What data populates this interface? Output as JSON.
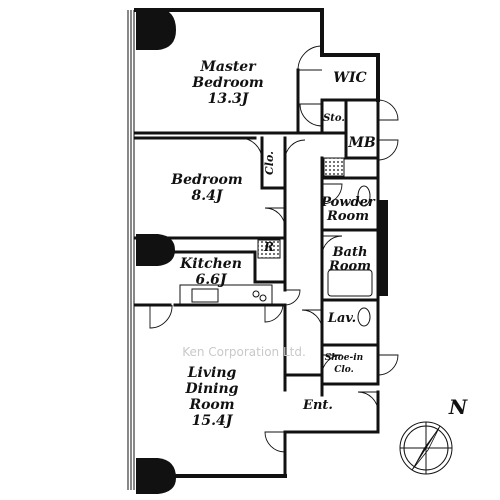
{
  "rooms": {
    "master_bedroom": {
      "name": "Master Bedroom",
      "line1": "Master",
      "line2": "Bedroom",
      "size": "13.3J"
    },
    "bedroom": {
      "name": "Bedroom",
      "size": "8.4J"
    },
    "kitchen": {
      "name": "Kitchen",
      "size": "6.6J"
    },
    "living": {
      "line1": "Living",
      "line2": "Dining",
      "line3": "Room",
      "size": "15.4J"
    },
    "wic": "WIC",
    "storage": "Sto.",
    "mb": "MB",
    "closet": "Clo.",
    "refrigerator": "R",
    "powder_room": {
      "line1": "Powder",
      "line2": "Room"
    },
    "bath_room": {
      "line1": "Bath",
      "line2": "Room"
    },
    "lavatory": "Lav.",
    "shoe_in_closet": {
      "line1": "Shoe-in",
      "line2": "Clo."
    },
    "entrance": "Ent."
  },
  "watermark": "Ken Corporation Ltd.",
  "compass": {
    "label": "N",
    "icon": "north-arrow-icon"
  }
}
